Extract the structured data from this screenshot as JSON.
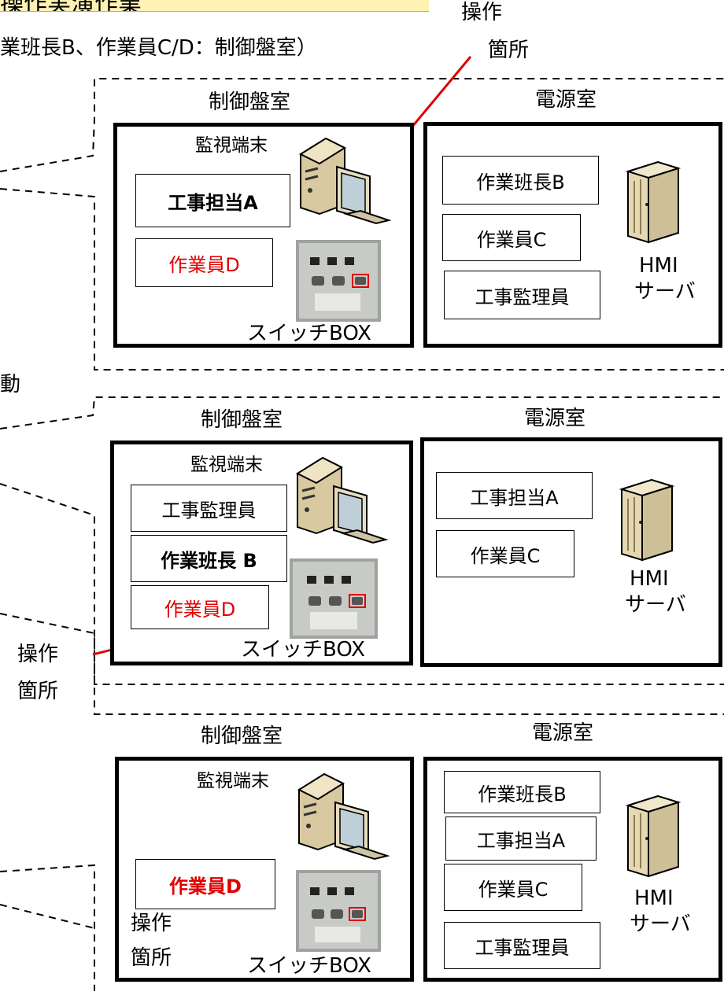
{
  "header": {
    "title": "操作実演作業",
    "subtitle": "業班長B、作業員C/D：制御盤室）"
  },
  "side_text": {
    "move": "動"
  },
  "terms": {
    "control_room": "制御盤室",
    "power_room": "電源室",
    "terminal": "監視端末",
    "switch_box": "スイッチBOX",
    "hmi": "HMI",
    "server": "サーバ",
    "operation_line1": "操作",
    "operation_line2": "箇所"
  },
  "panels": [
    {
      "control_people": [
        {
          "name": "工事担当A",
          "style": "bold"
        },
        {
          "name": "作業員D",
          "style": "red"
        }
      ],
      "power_people": [
        "作業班長B",
        "作業員C",
        "工事監理員"
      ]
    },
    {
      "control_people": [
        {
          "name": "工事監理員",
          "style": "normal"
        },
        {
          "name": "作業班長 B",
          "style": "bold"
        },
        {
          "name": "作業員D",
          "style": "red"
        }
      ],
      "power_people": [
        "工事担当A",
        "作業員C"
      ]
    },
    {
      "control_people": [
        {
          "name": "作業員D",
          "style": "red-bold"
        }
      ],
      "power_people": [
        "作業班長B",
        "工事担当A",
        "作業員C",
        "工事監理員"
      ]
    }
  ],
  "colors": {
    "arrow": "#e00000",
    "header_bg": "#fff2b3",
    "red_text": "#e00000"
  }
}
